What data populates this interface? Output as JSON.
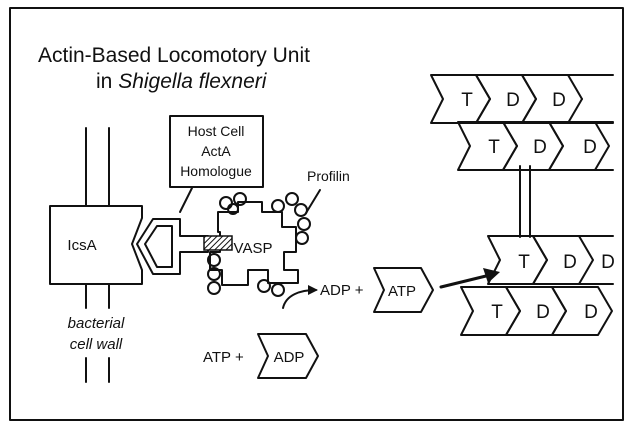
{
  "title": {
    "line1": "Actin-Based Locomotory Unit",
    "line2_prefix": "in ",
    "line2_species": "Shigella flexneri"
  },
  "labels": {
    "host_cell": [
      "Host Cell",
      "ActA",
      "Homologue"
    ],
    "profilin": "Profilin",
    "icsa": "IcsA",
    "vasp": "VASP",
    "cell_wall": [
      "bacterial",
      "cell wall"
    ],
    "adp_plus": "ADP +",
    "atp_plus": "ATP +",
    "atp_box": "ATP",
    "adp_box": "ADP"
  },
  "filament_top": {
    "row1": [
      "T",
      "D",
      "D"
    ],
    "row2": [
      "T",
      "D",
      "D"
    ]
  },
  "filament_bottom": {
    "row1": [
      "T",
      "D",
      "D"
    ],
    "row2": [
      "T",
      "D",
      "D"
    ]
  },
  "colors": {
    "ink": "#111111",
    "background": "#ffffff"
  }
}
